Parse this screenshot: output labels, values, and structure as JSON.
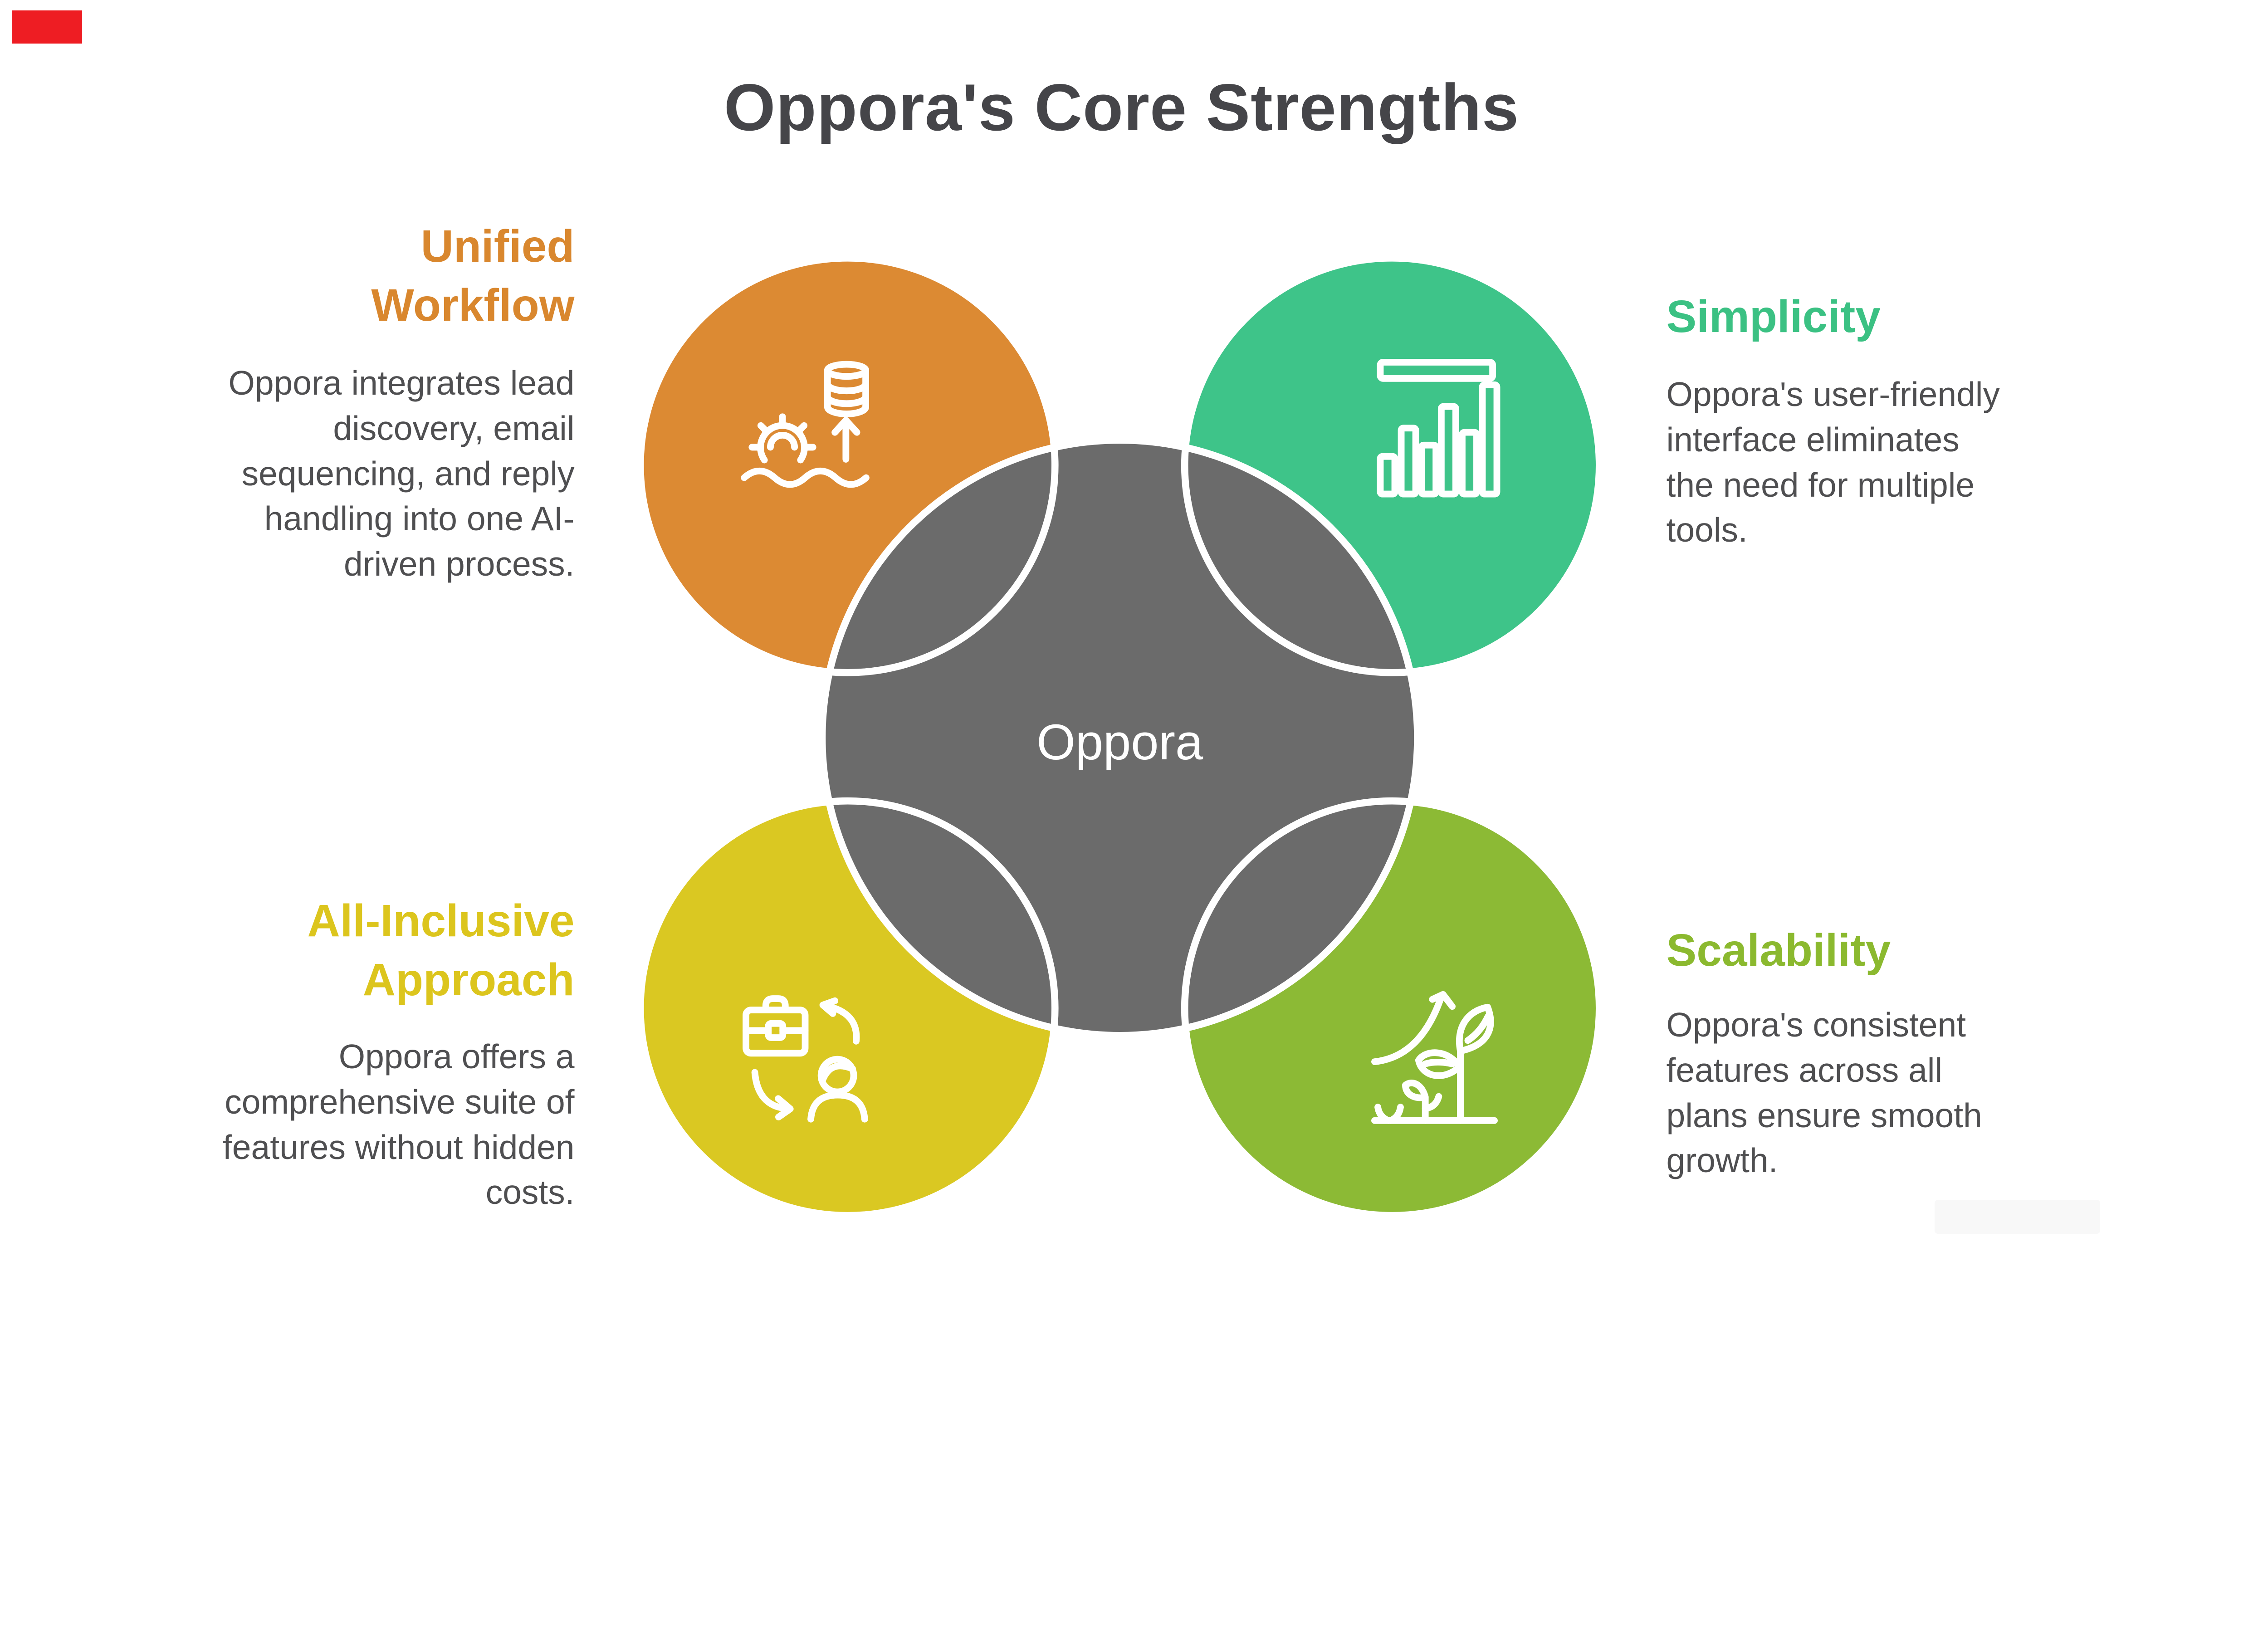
{
  "title": {
    "text": "Oppora's Core Strengths"
  },
  "center": {
    "label": "Oppora"
  },
  "colors": {
    "background": "#FFFFFF",
    "marker_red": "#EE1D23",
    "title_text": "#454549",
    "body_text": "#4F4F51",
    "center_gray": "#6B6B6B",
    "orange": "#DC8A33",
    "green": "#3EC489",
    "yellow": "#DAC822",
    "olive": "#8CBA35",
    "outline_white": "#FFFFFF"
  },
  "sections": [
    {
      "id": "unified-workflow",
      "heading_line1": "Unified",
      "heading_line2": "Workflow",
      "heading_color": "#D9872E",
      "body": "Oppora integrates lead discovery, email sequencing, and reply handling into one AI-driven process.",
      "icon": "gear-database-arrow-icon"
    },
    {
      "id": "simplicity",
      "heading_line1": "Simplicity",
      "heading_color": "#3BC183",
      "body": "Oppora's user-friendly interface eliminates the need for multiple tools.",
      "icon": "bar-chart-icon"
    },
    {
      "id": "all-inclusive-approach",
      "heading_line1": "All-Inclusive",
      "heading_line2": "Approach",
      "heading_color": "#DCC51D",
      "body": "Oppora offers a comprehensive suite of features without hidden costs.",
      "icon": "briefcase-person-cycle-icon"
    },
    {
      "id": "scalability",
      "heading_line1": "Scalability",
      "heading_color": "#8BB92F",
      "body": "Oppora's consistent features across all plans ensure smooth growth.",
      "icon": "plant-growth-arrow-icon"
    }
  ]
}
